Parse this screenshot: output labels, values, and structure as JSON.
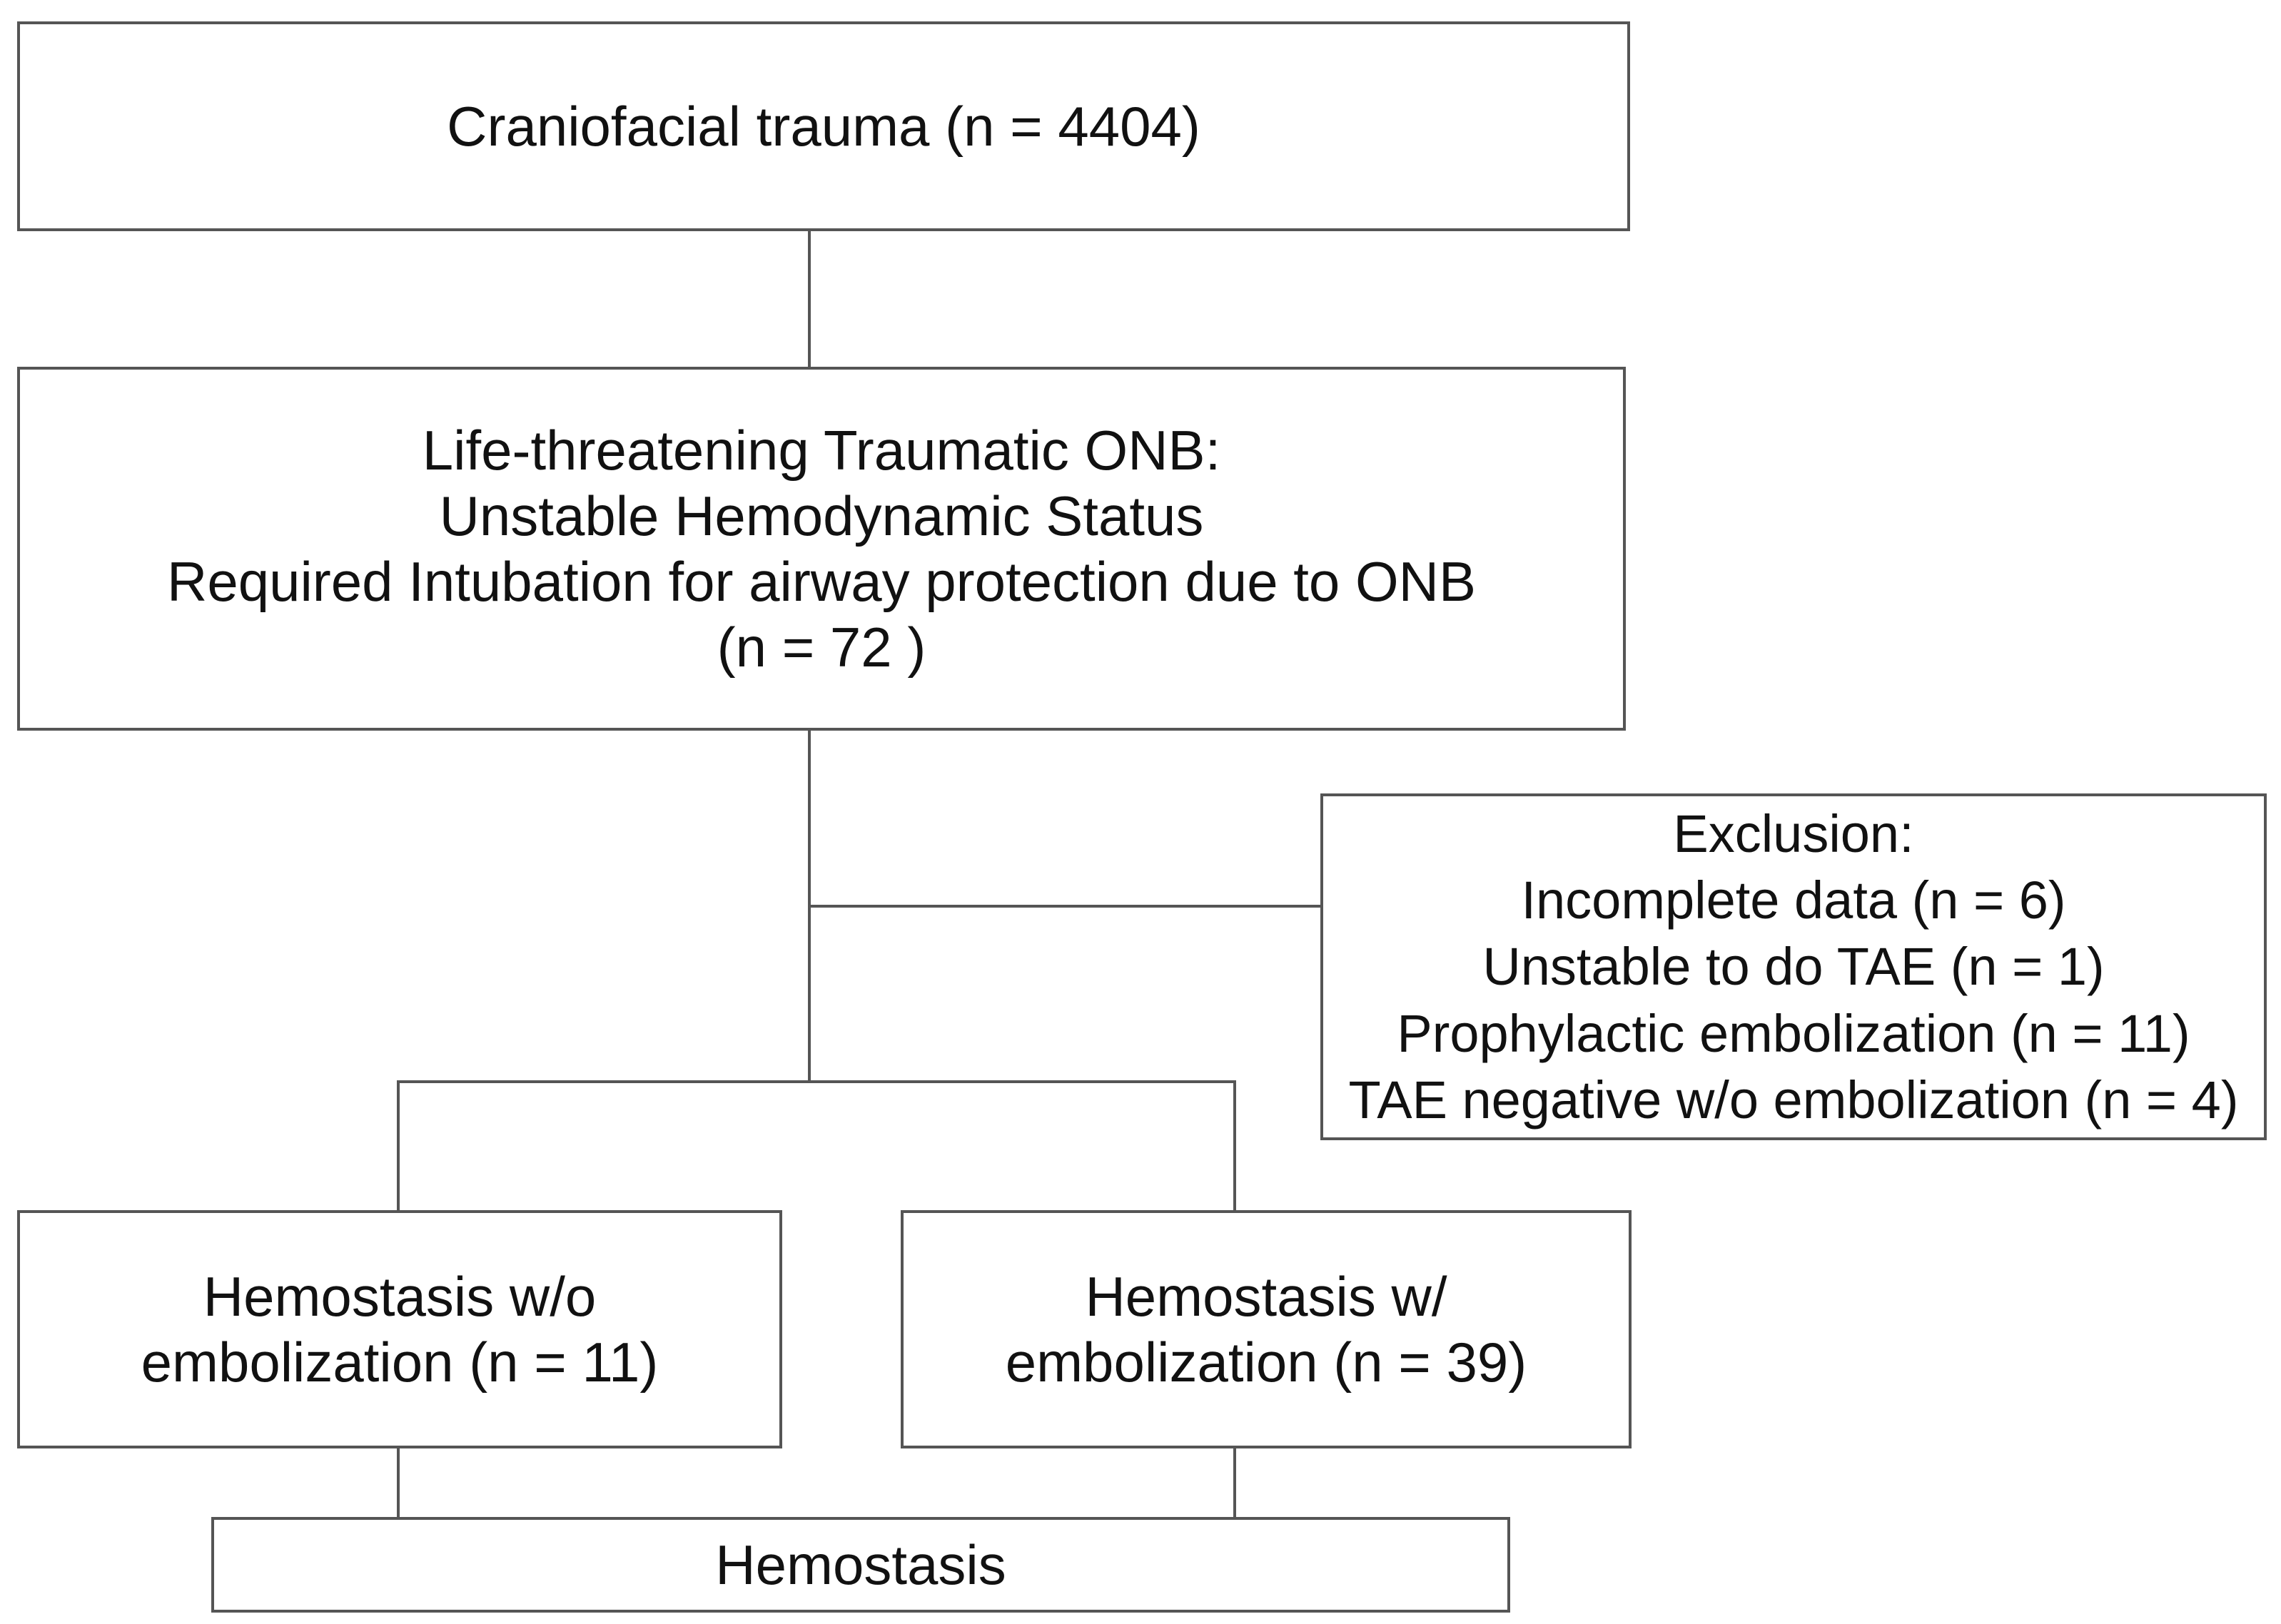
{
  "flowchart": {
    "trauma": {
      "lines": [
        "Craniofacial trauma (n  =  4404)"
      ]
    },
    "onb": {
      "lines": [
        "Life-threatening Traumatic ONB:",
        "Unstable Hemodynamic Status",
        "Required Intubation for airway protection due to ONB",
        "(n  =  72 )"
      ]
    },
    "exclusion": {
      "lines": [
        "Exclusion:",
        "Incomplete data (n  =  6)",
        "Unstable to do TAE (n  =  1)",
        "Prophylactic embolization (n  =  11)",
        "TAE negative w/o embolization (n = 4)"
      ]
    },
    "without_embolization": {
      "lines": [
        "Hemostasis w/o",
        "embolization (n  = 11)"
      ]
    },
    "with_embolization": {
      "lines": [
        "Hemostasis w/",
        "embolization (n = 39)"
      ]
    },
    "hemostasis": {
      "lines": [
        "Hemostasis"
      ]
    }
  },
  "colors": {
    "border": "#555555",
    "text": "#111111",
    "background": "#ffffff"
  }
}
